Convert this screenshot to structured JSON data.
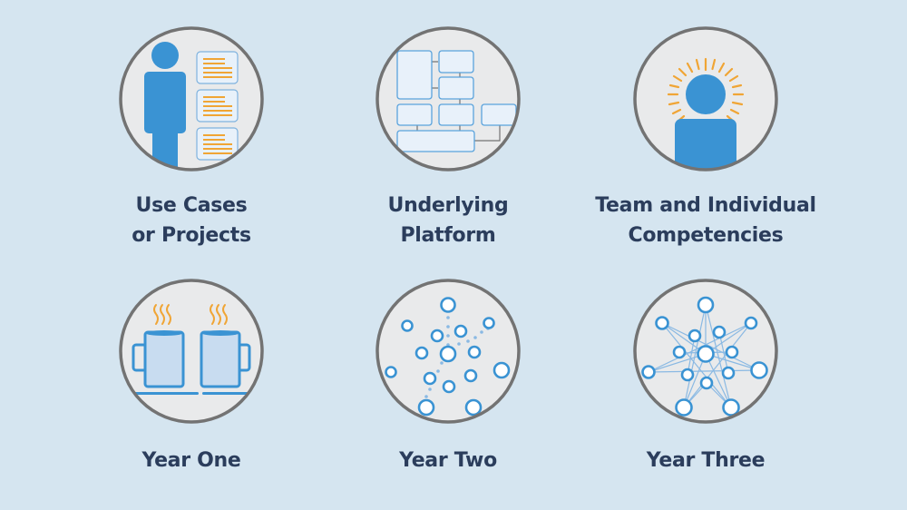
{
  "colors": {
    "background": "#d5e5f0",
    "circle_fill": "#e9eaeb",
    "circle_stroke": "#737373",
    "accent_blue": "#3a93d3",
    "light_blue_fill": "#e8f1fa",
    "mug_fill": "#c8dcf0",
    "accent_orange": "#f0a535",
    "text": "#2b3d5c"
  },
  "top_row": [
    {
      "id": "use-cases",
      "icon": "person-with-documents-icon",
      "label": "Use Cases\nor Projects"
    },
    {
      "id": "platform",
      "icon": "platform-architecture-icon",
      "label": "Underlying\nPlatform"
    },
    {
      "id": "competencies",
      "icon": "radiant-person-icon",
      "label": "Team and Individual\nCompetencies"
    }
  ],
  "bottom_row": [
    {
      "id": "year-one",
      "icon": "two-coffee-mugs-icon",
      "label": "Year One"
    },
    {
      "id": "year-two",
      "icon": "scattered-nodes-icon",
      "label": "Year Two"
    },
    {
      "id": "year-three",
      "icon": "connected-network-icon",
      "label": "Year Three"
    }
  ]
}
